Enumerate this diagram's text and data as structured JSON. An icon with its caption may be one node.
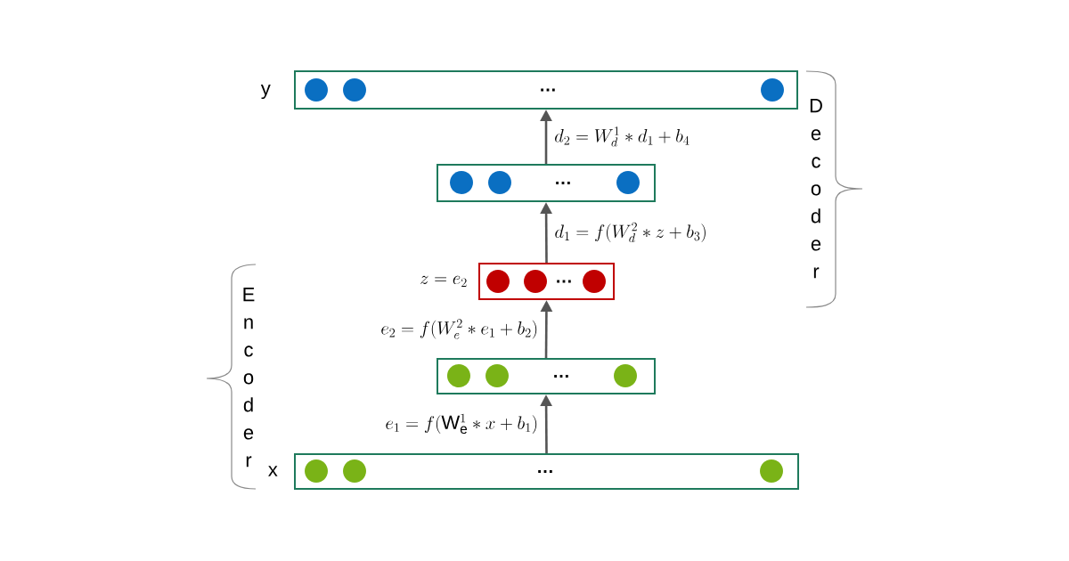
{
  "diagram": {
    "nodes": [
      {
        "text": [
          "…"
        ],
        "beside": [
          "y"
        ]
      },
      {
        "text": [
          "…"
        ]
      },
      {
        "text": [
          "…"
        ],
        "beside": [
          "z = e_2"
        ]
      },
      {
        "text": [
          "…"
        ]
      },
      {
        "text": [
          "…"
        ],
        "beside": [
          "x"
        ]
      }
    ],
    "edges": [
      {
        "from": 4,
        "to": 3,
        "arrow": "to",
        "label": "e_1 = f(\\mathrm{W}_\\mathrm{e}^1 \\ast x + b_1)"
      },
      {
        "from": 3,
        "to": 2,
        "arrow": "to",
        "label": "e_2 = f(W_e^2 \\ast e_1 + b_2)"
      },
      {
        "from": 2,
        "to": 1,
        "arrow": "to",
        "label": "d_1 = f(W_d^2 \\ast z + b_3)"
      },
      {
        "from": 1,
        "to": 0,
        "arrow": "to",
        "label": "d_2 = W_d^1 \\ast d_1 + b_4"
      }
    ],
    "labels": [
      "Decoder",
      "Encoder"
    ]
  }
}
